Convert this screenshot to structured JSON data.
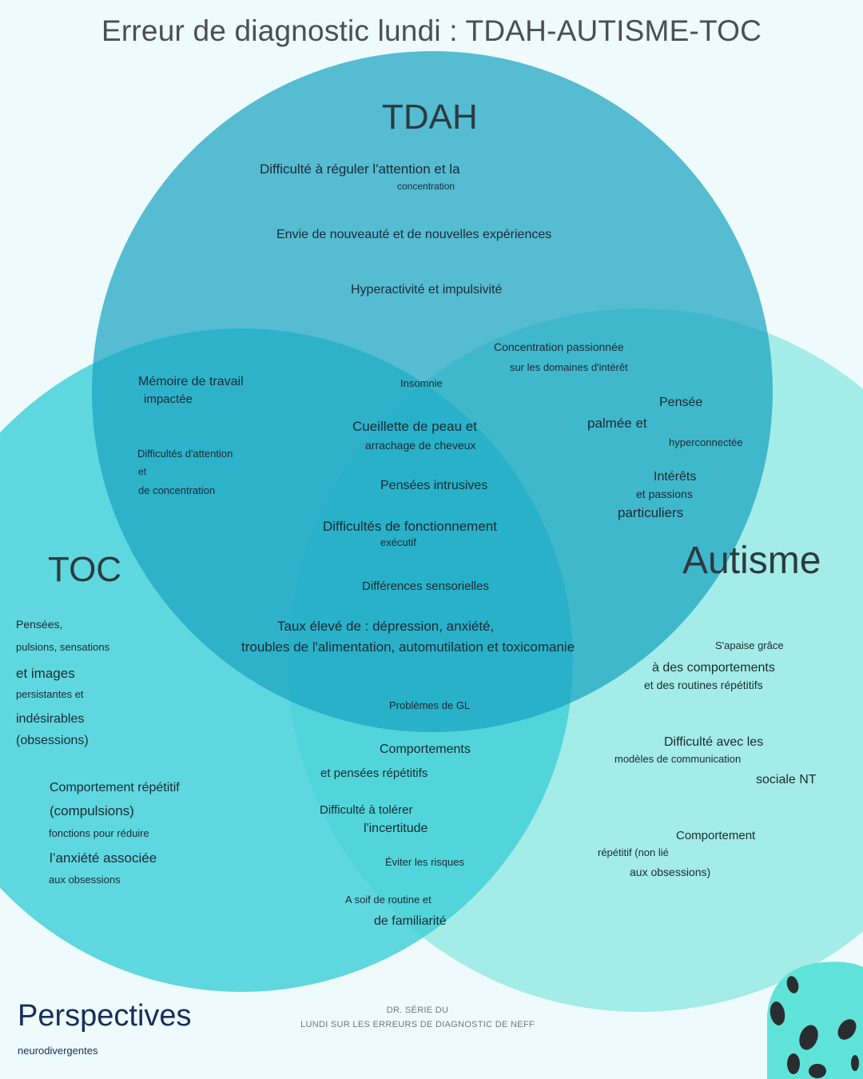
{
  "title": "Erreur de diagnostic lundi : TDAH-AUTISME-TOC",
  "colors": {
    "background": "#eefafb",
    "tdah_circle": "#1aa3c2",
    "toc_circle": "#3fd0d8",
    "autisme_circle": "#8ee8e2",
    "decoration_blob": "#5fe3d8",
    "decoration_dots": "#2a2d30"
  },
  "sets": {
    "tdah": "TDAH",
    "toc": "TOC",
    "autisme": "Autisme"
  },
  "tdah_only": {
    "item1_line1": "Difficulté à réguler l'attention et la",
    "item1_line2": "concentration",
    "item2": "Envie de nouveauté et de nouvelles expériences",
    "item3": "Hyperactivité et impulsivité"
  },
  "tdah_toc": {
    "item1_line1": "Mémoire de travail",
    "item1_line2": "impactée",
    "item2_line1": "Difficultés d'attention",
    "item2_line2": "et",
    "item2_line3": "de concentration"
  },
  "tdah_autisme": {
    "item1_line1": "Concentration passionnée",
    "item1_line2": "sur les domaines d'intérêt",
    "item2_line1": "Pensée",
    "item2_line2": "palmée et",
    "item2_line3": "hyperconnectée",
    "item3_line1": "Intérêts",
    "item3_line2": "et passions",
    "item3_line3": "particuliers"
  },
  "all_three": {
    "item1": "Insomnie",
    "item2_line1": "Cueillette de peau et",
    "item2_line2": "arrachage de cheveux",
    "item3": "Pensées intrusives",
    "item4_line1": "Difficultés de fonctionnement",
    "item4_line2": "exécutif",
    "item5": "Différences sensorielles",
    "item6_line1": "Taux élevé de : dépression, anxiété,",
    "item6_line2": "troubles de l'alimentation, automutilation et toxicomanie"
  },
  "toc_only": {
    "item1_line1": "Pensées,",
    "item1_line2": "pulsions, sensations",
    "item1_line3": "et images",
    "item1_line4": "persistantes et",
    "item1_line5": "indésirables",
    "item1_line6": "(obsessions)",
    "item2_line1": "Comportement répétitif",
    "item2_line2": "(compulsions)",
    "item2_line3": "fonctions pour réduire",
    "item2_line4": "l’anxiété associée",
    "item2_line5": "aux obsessions"
  },
  "toc_autisme": {
    "item1": "Problèmes de GL",
    "item2_line1": "Comportements",
    "item2_line2": "et pensées répétitifs",
    "item3_line1": "Difficulté à tolérer",
    "item3_line2": "l'incertitude",
    "item4": "Éviter les risques",
    "item5_line1": "A soif de routine et",
    "item5_line2": "de familiarité"
  },
  "autisme_only": {
    "item1_line1": "S'apaise grâce",
    "item1_line2": "à des comportements",
    "item1_line3": "et des routines répétitifs",
    "item2_line1": "Difficulté avec les",
    "item2_line2": "modèles de communication",
    "item2_line3": "sociale NT",
    "item3_line1": "Comportement",
    "item3_line2": "répétitif (non lié",
    "item3_line3": "aux obsessions)"
  },
  "footer": {
    "brand": "Perspectives",
    "brand_sub": "neurodivergentes",
    "credit_line1": "DR. SÉRIE DU",
    "credit_line2": "LUNDI SUR LES ERREURS DE DIAGNOSTIC DE NEFF"
  }
}
